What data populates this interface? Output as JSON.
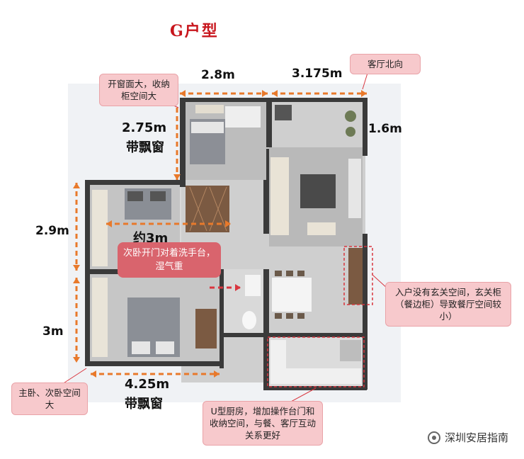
{
  "title": "G户型",
  "dimensions": {
    "top_left": "2.8m",
    "top_right": "3.175m",
    "right_side": "1.6m",
    "left_top": "2.75m",
    "left_top_note": "带飘窗",
    "left_mid": "2.9m",
    "left_bottom": "3m",
    "inner_width": "约3m",
    "bottom_width": "4.25m",
    "bottom_note": "带飘窗"
  },
  "notes": {
    "window_storage": "开窗面大，收纳柜空间大",
    "living_north": "客厅北向",
    "second_bedroom": "次卧开门对着洗手台，湿气重",
    "entrance": "入户没有玄关空间，玄关柜（餐边柜）导致餐厅空间较小）",
    "master_bedroom": "主卧、次卧空间大",
    "kitchen": "U型厨房，增加操作台门和收纳空间，与餐、客厅互动关系更好"
  },
  "watermark": "深圳安居指南",
  "colors": {
    "title": "#c8161d",
    "dash": "#e8792b",
    "note_bg": "#f7c9cc",
    "note_dark_bg": "#d9646d"
  }
}
